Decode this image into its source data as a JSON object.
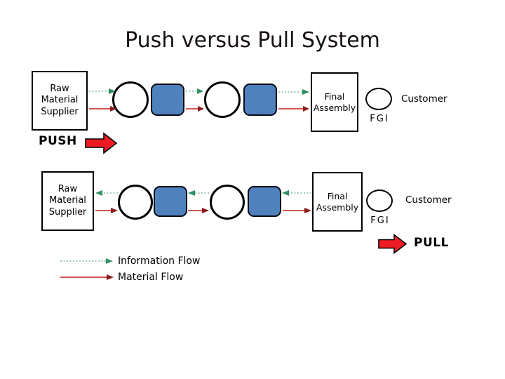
{
  "slide": {
    "title": "Push versus Pull System"
  },
  "push_system": {
    "label": "PUSH",
    "supplier_label": "Raw Material Supplier",
    "final_assembly_label": "Final Assembly",
    "fgi_label": "FGI",
    "customer_label": "Customer"
  },
  "pull_system": {
    "label": "PULL",
    "supplier_label": "Raw Material Supplier",
    "final_assembly_label": "Final Assembly",
    "fgi_label": "FGI",
    "customer_label": "Customer"
  },
  "legend": {
    "information_flow": "Information Flow",
    "material_flow": "Material Flow"
  },
  "colors": {
    "slide_background": "#ffffff",
    "title_text": "#181111",
    "body_text": "#000000",
    "shape_outline": "#000000",
    "station_fill": "#4f81bd",
    "station_border": "#0a0a14",
    "information_flow": "#7cb9a0",
    "information_flow_head": "#2e8f62",
    "material_flow": "#cc3b3b",
    "material_flow_head": "#8e1a1a",
    "block_arrow": "#ed1c24",
    "block_arrow_outline": "#000000"
  }
}
